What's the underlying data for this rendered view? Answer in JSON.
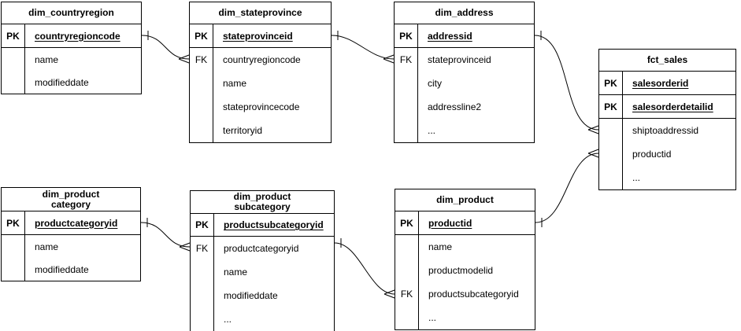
{
  "diagram": {
    "background_color": "#ffffff",
    "line_color": "#000000",
    "tables": [
      {
        "name": "dim_countryregion",
        "title": "dim_countryregion",
        "rows": [
          {
            "key": "PK",
            "field": "countryregioncode",
            "pk": true
          },
          {
            "key": "",
            "field": "name"
          },
          {
            "key": "",
            "field": "modifieddate"
          }
        ]
      },
      {
        "name": "dim_stateprovince",
        "title": "dim_stateprovince",
        "rows": [
          {
            "key": "PK",
            "field": "stateprovinceid",
            "pk": true
          },
          {
            "key": "FK",
            "field": "countryregioncode"
          },
          {
            "key": "",
            "field": "name"
          },
          {
            "key": "",
            "field": "stateprovincecode"
          },
          {
            "key": "",
            "field": "territoryid"
          }
        ]
      },
      {
        "name": "dim_address",
        "title": "dim_address",
        "rows": [
          {
            "key": "PK",
            "field": "addressid",
            "pk": true
          },
          {
            "key": "FK",
            "field": "stateprovinceid"
          },
          {
            "key": "",
            "field": "city"
          },
          {
            "key": "",
            "field": "addressline2"
          },
          {
            "key": "",
            "field": "..."
          }
        ]
      },
      {
        "name": "fct_sales",
        "title": "fct_sales",
        "rows": [
          {
            "key": "PK",
            "field": "salesorderid",
            "pk": true
          },
          {
            "key": "PK",
            "field": "salesorderdetailid",
            "pk": true
          },
          {
            "key": "",
            "field": "shiptoaddressid"
          },
          {
            "key": "",
            "field": "productid"
          },
          {
            "key": "",
            "field": "..."
          }
        ]
      },
      {
        "name": "dim_productcategory",
        "title": "dim_product\ncategory",
        "rows": [
          {
            "key": "PK",
            "field": "productcategoryid",
            "pk": true
          },
          {
            "key": "",
            "field": "name"
          },
          {
            "key": "",
            "field": "modifieddate"
          }
        ]
      },
      {
        "name": "dim_productsubcategory",
        "title": "dim_product\nsubcategory",
        "rows": [
          {
            "key": "PK",
            "field": "productsubcategoryid",
            "pk": true
          },
          {
            "key": "FK",
            "field": "productcategoryid"
          },
          {
            "key": "",
            "field": "name"
          },
          {
            "key": "",
            "field": "modifieddate"
          },
          {
            "key": "",
            "field": "..."
          }
        ]
      },
      {
        "name": "dim_product",
        "title": "dim_product",
        "rows": [
          {
            "key": "PK",
            "field": "productid",
            "pk": true
          },
          {
            "key": "",
            "field": "name"
          },
          {
            "key": "",
            "field": "productmodelid"
          },
          {
            "key": "FK",
            "field": "productsubcategoryid"
          },
          {
            "key": "",
            "field": "..."
          }
        ]
      }
    ],
    "relationships": [
      {
        "from_table": "dim_countryregion",
        "from_field": "countryregioncode",
        "to_table": "dim_stateprovince",
        "to_field": "countryregioncode",
        "from_cardinality": "one",
        "to_cardinality": "many"
      },
      {
        "from_table": "dim_stateprovince",
        "from_field": "stateprovinceid",
        "to_table": "dim_address",
        "to_field": "stateprovinceid",
        "from_cardinality": "one",
        "to_cardinality": "many"
      },
      {
        "from_table": "dim_address",
        "from_field": "addressid",
        "to_table": "fct_sales",
        "to_field": "shiptoaddressid",
        "from_cardinality": "one",
        "to_cardinality": "many"
      },
      {
        "from_table": "dim_product",
        "from_field": "productid",
        "to_table": "fct_sales",
        "to_field": "productid",
        "from_cardinality": "one",
        "to_cardinality": "many"
      },
      {
        "from_table": "dim_productcategory",
        "from_field": "productcategoryid",
        "to_table": "dim_productsubcategory",
        "to_field": "productcategoryid",
        "from_cardinality": "one",
        "to_cardinality": "many"
      },
      {
        "from_table": "dim_productsubcategory",
        "from_field": "productsubcategoryid",
        "to_table": "dim_product",
        "to_field": "productsubcategoryid",
        "from_cardinality": "one",
        "to_cardinality": "many"
      }
    ]
  }
}
